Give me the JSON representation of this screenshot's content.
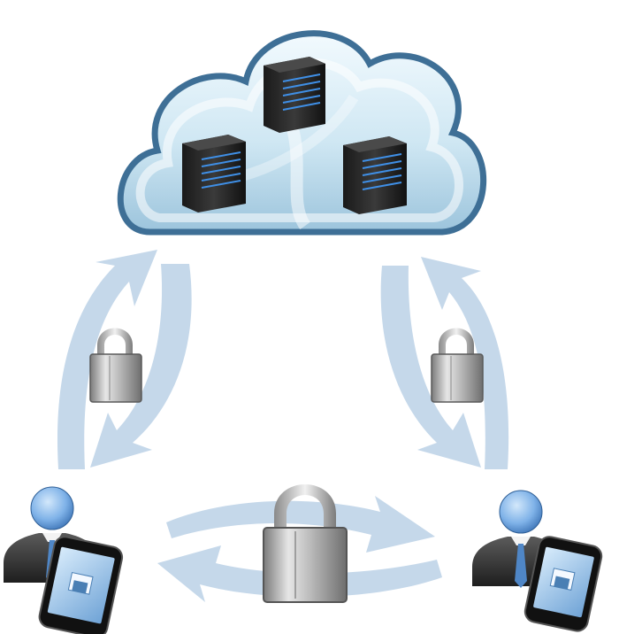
{
  "diagram": {
    "cloud": {
      "icon": "cloud-icon",
      "servers": [
        "server-icon",
        "server-icon",
        "server-icon"
      ]
    },
    "locks": [
      "padlock-icon",
      "padlock-icon",
      "padlock-icon"
    ],
    "users": [
      {
        "icon": "user-icon",
        "device": "smartphone-icon"
      },
      {
        "icon": "user-icon",
        "device": "smartphone-icon"
      }
    ],
    "arrows": [
      "bidirectional-arrow",
      "bidirectional-arrow",
      "bidirectional-arrow"
    ],
    "colors": {
      "cloud_fill": "#d6edf7",
      "cloud_edge": "#4a7fa6",
      "arrow": "#c5d8ea",
      "lock_body": "#b7b7b7",
      "server": "#2a2a2a",
      "server_led": "#3f8fe6",
      "user_head": "#7fb2e8",
      "tie": "#4f86c6",
      "phone": "#111111",
      "phone_screen": "#a9cdee"
    }
  }
}
